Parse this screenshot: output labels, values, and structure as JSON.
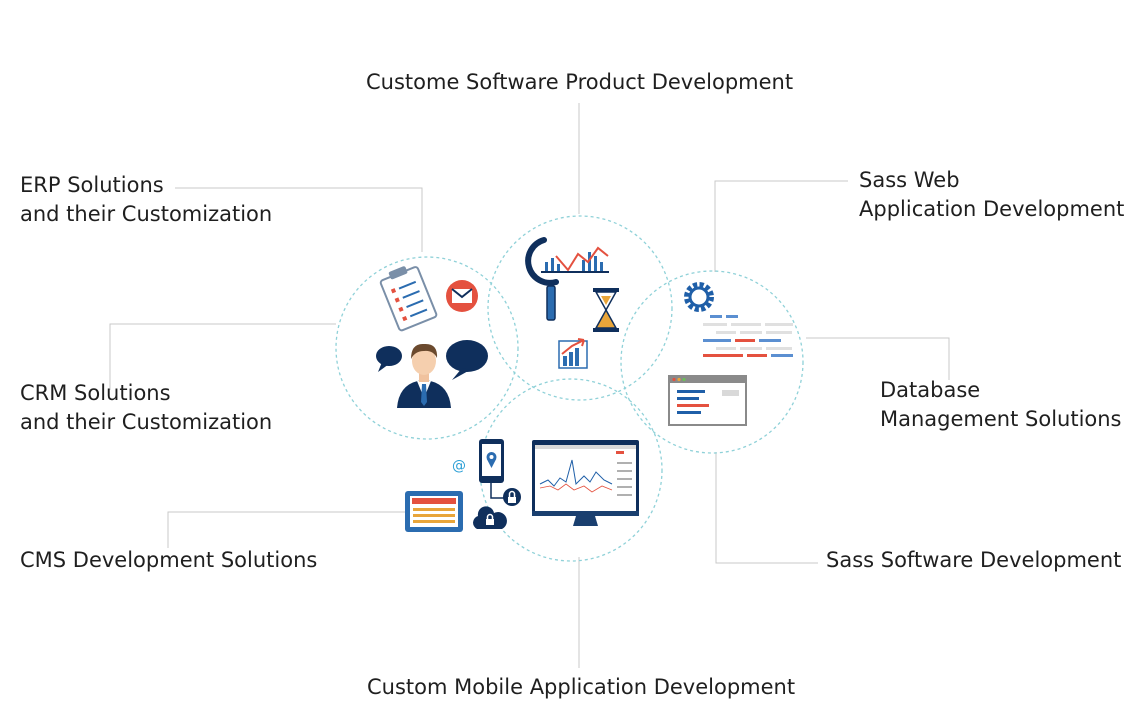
{
  "labels": {
    "top": "Custome Software Product Development",
    "erp_line1": "ERP Solutions",
    "erp_line2": "and their Customization",
    "crm_line1": "CRM Solutions",
    "crm_line2": "and their Customization",
    "cms": "CMS Development Solutions",
    "bottom": "Custom Mobile Application Development",
    "saas_web_line1": "Sass Web",
    "saas_web_line2": "Application Development",
    "database_line1": "Database",
    "database_line2": "Management Solutions",
    "saas_software": "Sass Software Development"
  },
  "colors": {
    "connector": "#c9c9c9",
    "circle_dash": "#8fd1d8",
    "navy": "#0f2f5c",
    "blue": "#2b6cb0",
    "red": "#e4513f",
    "gold": "#e8a53a"
  }
}
